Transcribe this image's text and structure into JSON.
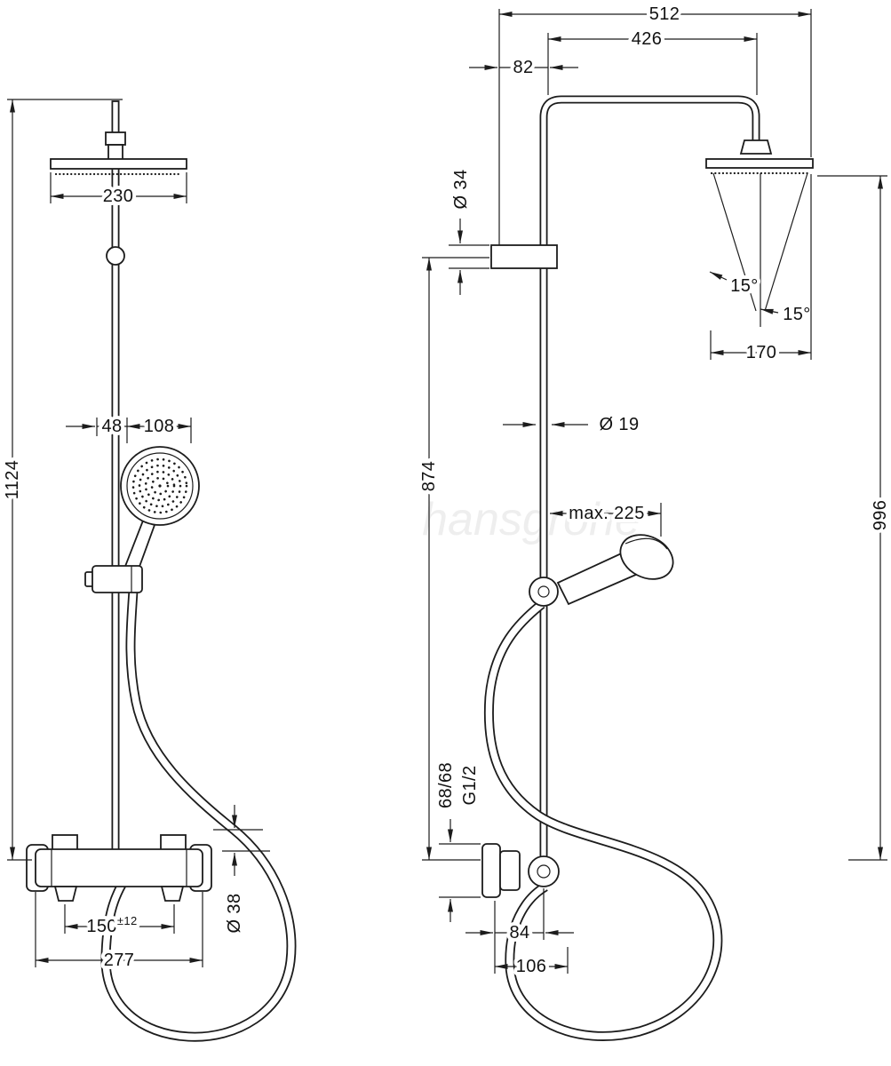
{
  "drawing": {
    "watermark": "hansgrohe",
    "front": {
      "head_width": "230",
      "height_overall": "1124",
      "handshower_offset": "48",
      "handshower_width": "108",
      "inlet_spacing": "150",
      "inlet_spacing_tolerance": "±12",
      "valve_width": "277",
      "hose_diameter": "Ø 38"
    },
    "side": {
      "depth_overall": "512",
      "arm_projection": "426",
      "wall_to_column": "82",
      "upper_pipe_diameter": "Ø 34",
      "spray_angle_outer": "15°",
      "spray_angle_inner": "15°",
      "head_depth": "170",
      "column_height": "874",
      "pipe_diameter": "Ø 19",
      "handshower_projection": "max. 225",
      "head_height": "996",
      "union_offset": "68/68",
      "thread_size": "G1/2",
      "outlet_projection": "84",
      "hose_projection": "106"
    }
  }
}
